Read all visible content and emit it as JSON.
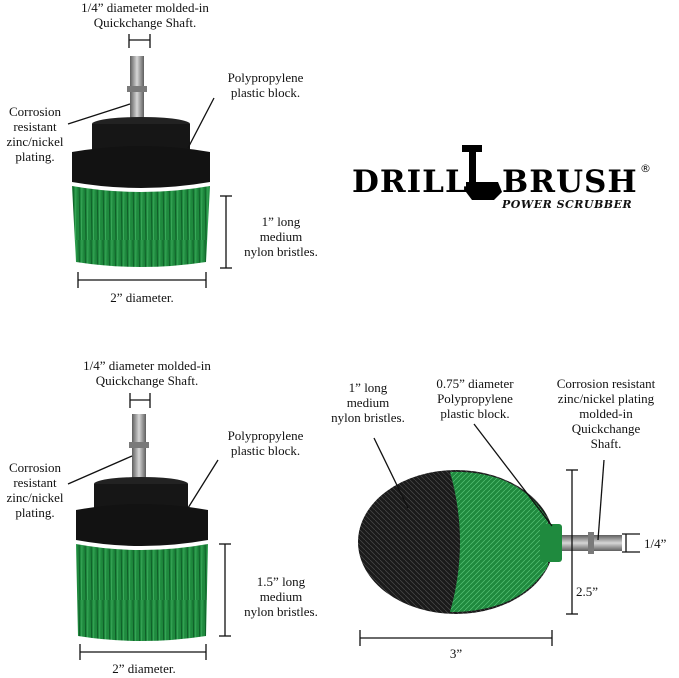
{
  "brush1": {
    "shaft_label_line1": "1/4” diameter molded-in",
    "shaft_label_line2": "Quickchange Shaft.",
    "block_label_line1": "Polypropylene",
    "block_label_line2": "plastic block.",
    "plating_label_line1": "Corrosion",
    "plating_label_line2": "resistant",
    "plating_label_line3": "zinc/nickel",
    "plating_label_line4": "plating.",
    "bristle_label_line1": "1” long",
    "bristle_label_line2": "medium",
    "bristle_label_line3": "nylon bristles.",
    "diameter_label": "2” diameter."
  },
  "brush2": {
    "shaft_label_line1": "1/4” diameter molded-in",
    "shaft_label_line2": "Quickchange Shaft.",
    "block_label_line1": "Polypropylene",
    "block_label_line2": "plastic block.",
    "plating_label_line1": "Corrosion",
    "plating_label_line2": "resistant",
    "plating_label_line3": "zinc/nickel",
    "plating_label_line4": "plating.",
    "bristle_label_line1": "1.5” long",
    "bristle_label_line2": "medium",
    "bristle_label_line3": "nylon bristles.",
    "diameter_label": "2” diameter."
  },
  "brush3": {
    "bristle_label_line1": "1” long",
    "bristle_label_line2": "medium",
    "bristle_label_line3": "nylon bristles.",
    "block_label_line1": "0.75” diameter",
    "block_label_line2": "Polypropylene",
    "block_label_line3": "plastic block.",
    "plating_label_line1": "Corrosion resistant",
    "plating_label_line2": "zinc/nickel plating",
    "plating_label_line3": "molded-in",
    "plating_label_line4": "Quickchange",
    "plating_label_line5": "Shaft.",
    "shaft_dim_label": "1/4”",
    "height_label": "2.5”",
    "width_label": "3”"
  },
  "logo": {
    "word_left": "DRILL",
    "word_right": "BRUSH",
    "tagline": "POWER SCRUBBER",
    "registered": "®"
  },
  "colors": {
    "bristle_green": "#1f8a3e",
    "bristle_dark": "#0f5e28",
    "block_black": "#161616",
    "shaft_grey": "#9a9a9a"
  }
}
